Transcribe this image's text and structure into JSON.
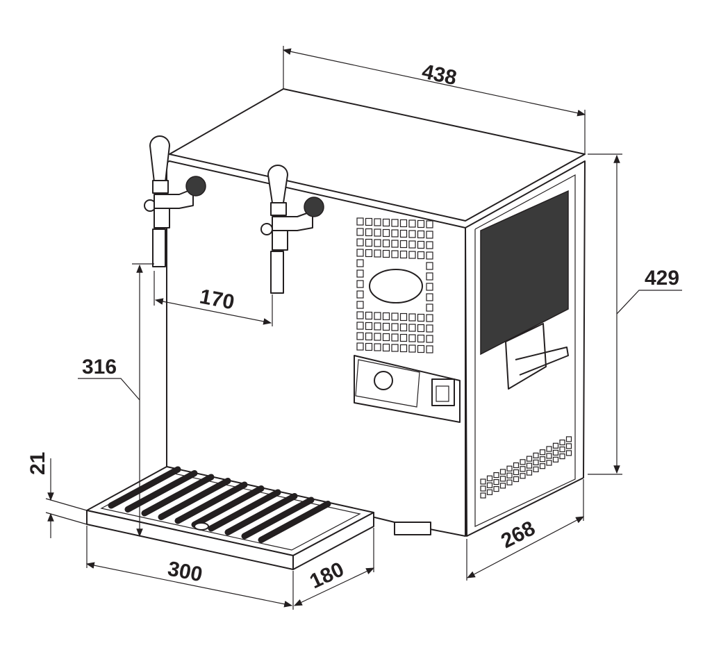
{
  "title": "Beer cooler dimension drawing",
  "dimensions": {
    "width": "438",
    "height": "429",
    "tap_height": "316",
    "tap_spacing": "170",
    "tray_height": "21",
    "tray_width": "300",
    "tray_depth": "180",
    "depth": "268"
  },
  "colors": {
    "line": "#231f20",
    "panel": "#3a3a3a"
  }
}
